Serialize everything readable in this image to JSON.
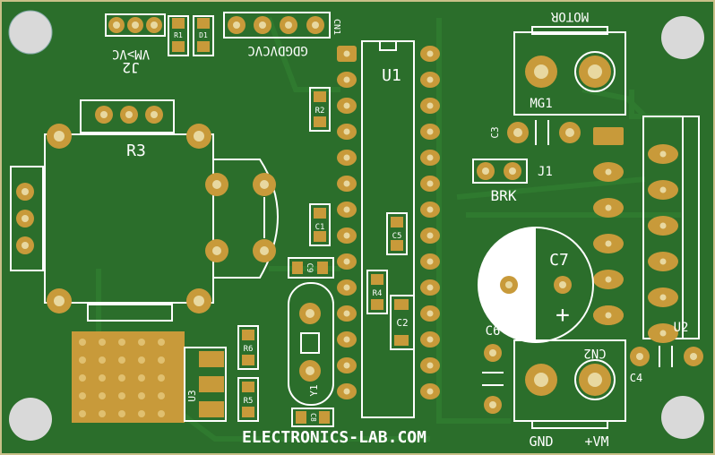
{
  "board": {
    "colors": {
      "pcb": "#2b6e2b",
      "copper": "#c89a3a",
      "silk": "#ffffff",
      "hole": "#d9d9d9"
    },
    "url": "ELECTRONICS-LAB.COM",
    "labels": {
      "u1": "U1",
      "u2": "U2",
      "u3": "U3",
      "r1": "R1",
      "r2": "R2",
      "r3": "R3",
      "r4": "R4",
      "r5": "R5",
      "r6": "R6",
      "c1": "C1",
      "c2": "C2",
      "c3": "C3",
      "c4": "C4",
      "c5": "C5",
      "c6": "C6",
      "c7": "C7",
      "c8": "C8",
      "c9": "C9",
      "d1": "D1",
      "y1": "Y1",
      "j1": "J1",
      "j2": "J2",
      "cn1": "CN1",
      "cn2": "CN2",
      "mg1": "MG1",
      "brk": "BRK",
      "motor": "MOTOR",
      "gnd": "GND",
      "vm": "+VM",
      "j2_pins": "VM>VC",
      "cn1_pins": "GDGDVCVC",
      "plus": "+"
    }
  }
}
